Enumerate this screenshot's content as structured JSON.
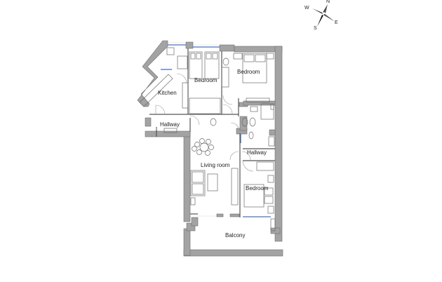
{
  "diagram": {
    "type": "floor-plan",
    "colors": {
      "wall": "#a3a3a3",
      "wall_edge": "#6e6e6e",
      "window": "#4a6fc4",
      "furniture": "#6b6b6b",
      "background": "#ffffff"
    },
    "compass": {
      "north": "N",
      "east": "E",
      "south": "S",
      "west": "W"
    },
    "rooms": [
      {
        "id": "kitchen",
        "label": "Kitchen"
      },
      {
        "id": "bedroom-1",
        "label": "Bedroom"
      },
      {
        "id": "bedroom-2",
        "label": "Bedroom"
      },
      {
        "id": "hallway-1",
        "label": "Hallway"
      },
      {
        "id": "hallway-2",
        "label": "Hallway"
      },
      {
        "id": "living-room",
        "label": "Living room"
      },
      {
        "id": "bedroom-3",
        "label": "Bedroom"
      },
      {
        "id": "balcony",
        "label": "Balcony"
      }
    ]
  }
}
